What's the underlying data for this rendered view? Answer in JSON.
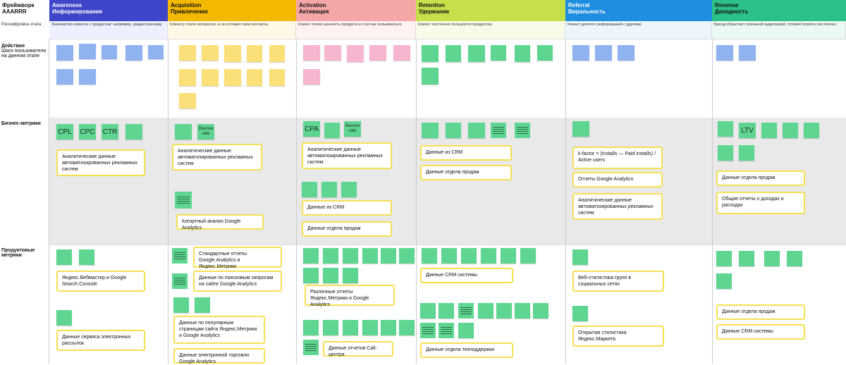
{
  "framework": {
    "title": "Фреймворк AAARRR",
    "stage_desc_label": "Расшифровка этапа"
  },
  "rows": {
    "action": {
      "title": "Действие",
      "sub": "Шаги пользователя на данном этапе"
    },
    "business": {
      "title": "Бизнес-метрики"
    },
    "product": {
      "title": "Продуктовые метрики"
    }
  },
  "stages": [
    {
      "title": "Awareness",
      "subtitle": "Информирование",
      "desc": "Знакомство клиента с продуктом: например, увидел рекламу",
      "color": "#3f45c8",
      "light": "#eef0ff"
    },
    {
      "title": "Acquisition",
      "subtitle": "Привлечение",
      "desc": "Клиенту стало интересно, и он оставил свои контакты.",
      "color": "#f3b800",
      "light": "#fff8e6"
    },
    {
      "title": "Activation",
      "subtitle": "Активация",
      "desc": "Клиент понял ценность продукта и стал им пользоваться.",
      "color": "#f5a7a7",
      "light": "#fff2f2"
    },
    {
      "title": "Retention",
      "subtitle": "Удержание",
      "desc": "Клиент постоянно пользуется продуктом.",
      "color": "#c6e04a",
      "light": "#f7fbe8"
    },
    {
      "title": "Referral",
      "subtitle": "Виральность",
      "desc": "Клиент делится информацией с другими.",
      "color": "#1f8de0",
      "light": "#eef6fd"
    },
    {
      "title": "Revenue",
      "subtitle": "Доходность",
      "desc": "Бренд обрастает лояльной аудиторией, готовой платить постоянно.",
      "color": "#2cc08a",
      "light": "#eafaf3"
    }
  ],
  "metrics": {
    "awareness": [
      "CPL",
      "CPC",
      "CTR"
    ],
    "acquisition_bounce": "Bounce rate",
    "activation": [
      "CPA",
      "Bounce rate"
    ],
    "revenue": [
      "LTV"
    ]
  },
  "cards": {
    "c1": "Аналитические данные автоматизированных рекламных систем",
    "c2": "Аналитические данные автоматизированных рекламных систем",
    "c3": "Когортный анализ Google Analytics",
    "c4": "Аналитические данные автоматизированных рекламных систем",
    "c5": "Данные из CRM",
    "c6": "Данные отдела продаж",
    "c7": "Данные из CRM",
    "c8": "Данные отдела продаж",
    "c9": "k-factor = (Installs — Paid installs) / Active users",
    "c10": "Отчеты Google Analytics",
    "c11": "Аналитические данные автоматизированных рекламных систем",
    "c12": "Данные отдела продаж",
    "c13": "Общие отчеты о доходах и расходах",
    "p1": "Яндекс.Вебмастер и Google Search Console",
    "p2": "Данные сервиса электронных рассылок",
    "p3": "Стандартные отчеты Google.Analytics и Яндекс.Метрики",
    "p4": "Данные по поисковым запросам на сайте Google Analytics",
    "p5": "Данные по популярным страницам сайта Яндекс.Метрики и Google Analytics",
    "p6": "Данные электронной торговли Google Analytics",
    "p7": "Различные отчеты Яндекс.Метрики и Google Analytics",
    "p8": "Данные отчетов Call-центра",
    "p9": "Данные CRM системы",
    "p10": "Данные отдела техподдержки",
    "p11": "Веб-статистика групп в социальных сетях",
    "p12": "Открытая статистика Яндекс.Маркета",
    "p13": "Данные отдела продаж",
    "p14": "Данные CRM системы"
  }
}
